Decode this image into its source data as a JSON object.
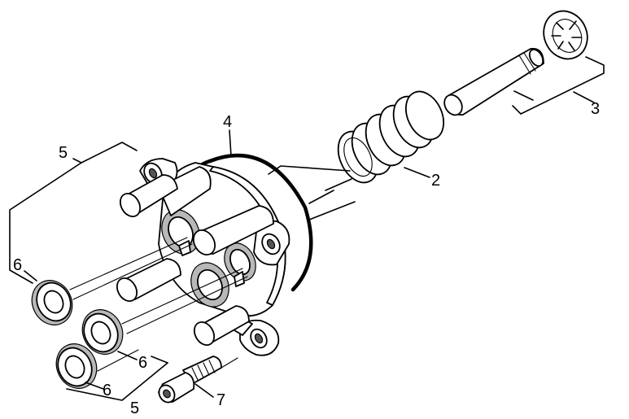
{
  "diagram": {
    "callouts": {
      "c2": "2",
      "c3": "3",
      "c4": "4",
      "c5_top": "5",
      "c5_bottom": "5",
      "c6_a": "6",
      "c6_b": "6",
      "c6_c": "6",
      "c7": "7"
    }
  }
}
